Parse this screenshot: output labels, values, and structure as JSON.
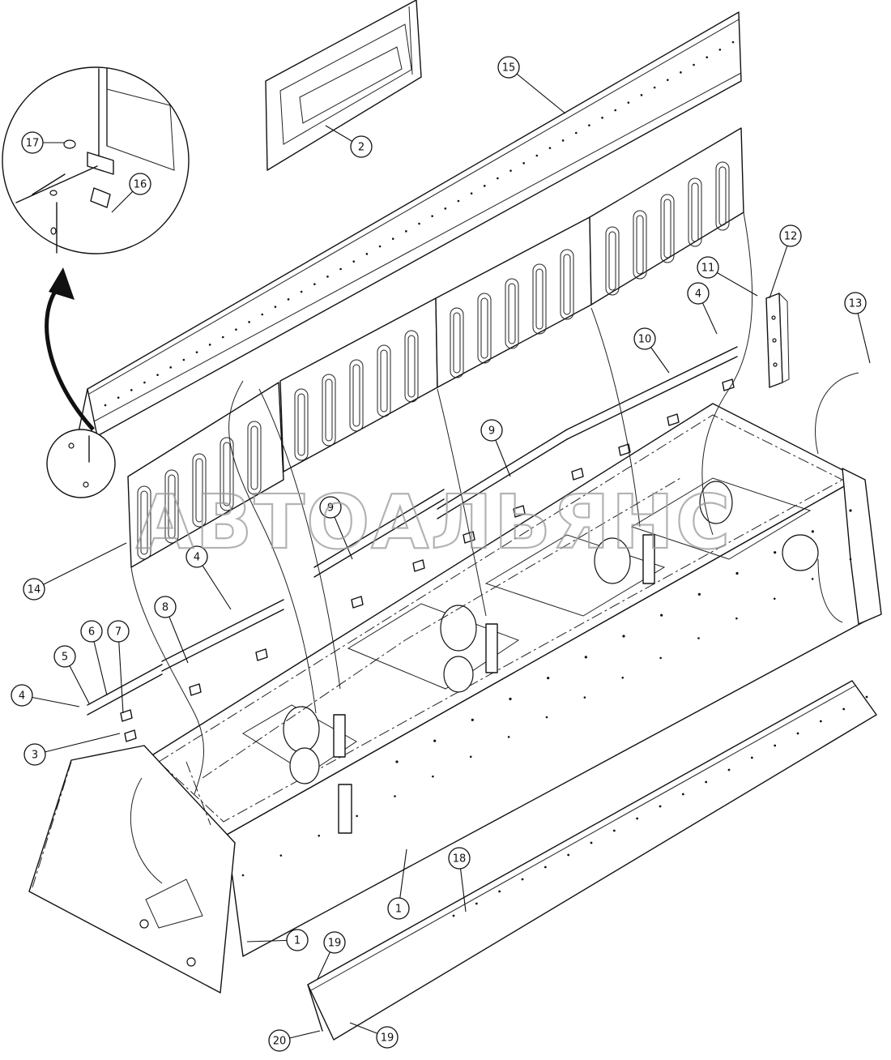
{
  "watermark": "АВТОАЛЬЯНС",
  "callouts": [
    "1",
    "1",
    "2",
    "3",
    "4",
    "4",
    "4",
    "5",
    "6",
    "7",
    "8",
    "9",
    "9",
    "10",
    "11",
    "12",
    "13",
    "14",
    "15",
    "16",
    "17",
    "18",
    "19",
    "19",
    "20"
  ]
}
